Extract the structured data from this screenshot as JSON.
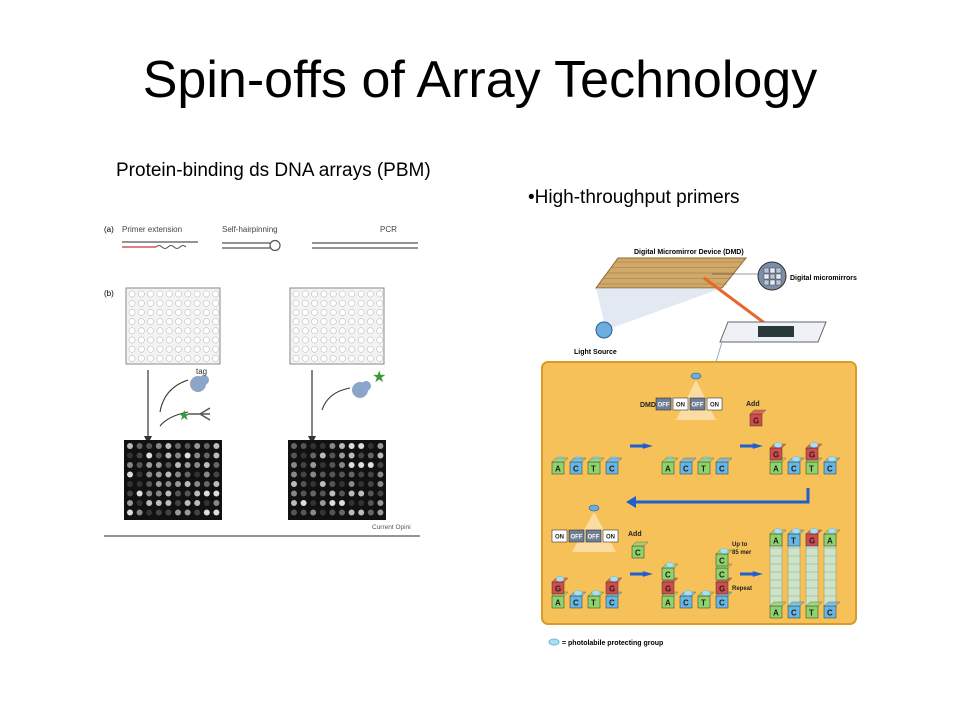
{
  "slide": {
    "title": "Spin-offs of Array Technology",
    "left_caption": "Protein-binding ds DNA arrays (PBM)",
    "right_caption": "•High-throughput primers"
  },
  "left_figure": {
    "panel_a": "(a)",
    "panel_b": "(b)",
    "label_primer_extension": "Primer extension",
    "label_self_hairpinning": "Self-hairpinning",
    "label_pcr": "PCR",
    "label_tag": "tag",
    "footer": "Current Opini",
    "colors": {
      "tag_star": "#3a9a3a",
      "protein": "#6f8fb8",
      "primer_red": "#cc3333"
    }
  },
  "right_figure": {
    "dmd_title": "Digital Micromirror Device (DMD)",
    "micromirrors_label": "Digital micromirrors",
    "light_source_label": "Light Source",
    "dmd_label": "DMD",
    "switch_states_top": [
      "OFF",
      "ON",
      "OFF",
      "ON"
    ],
    "switch_states_bottom": [
      "ON",
      "OFF",
      "OFF",
      "ON"
    ],
    "add_label": "Add",
    "add_top_base": "G",
    "add_bottom_base": "C",
    "row1_start": [
      "A",
      "C",
      "T",
      "C"
    ],
    "row1_after": [
      "A",
      "C",
      "T",
      "C"
    ],
    "row1_result_top": [
      "G",
      "",
      "G",
      ""
    ],
    "row1_result_bottom": [
      "A",
      "C",
      "T",
      "C"
    ],
    "row2_result_mid": [
      "G",
      "",
      "",
      "G"
    ],
    "row2_start_bottom": [
      "A",
      "C",
      "T",
      "C"
    ],
    "row2_after_mid": [
      "C",
      "G",
      "",
      "G"
    ],
    "up_to_label": "Up to",
    "mer_label": "85 mer",
    "repeat_label": "Repeat",
    "legend": "= photolabile protecting group",
    "colors": {
      "panel_bg": "#f7c15a",
      "panel_border": "#d99a2b",
      "arrow": "#1f5fcf",
      "laser": "#e8672a",
      "base_green": "#8fd36b",
      "base_blue": "#66b7e3",
      "base_red": "#d24c4c",
      "cap": "#a8dff5"
    }
  }
}
